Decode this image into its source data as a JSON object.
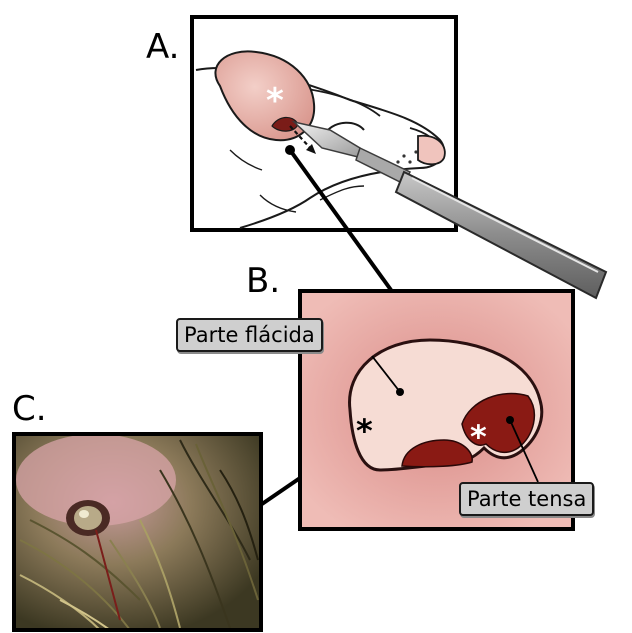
{
  "panels": {
    "a": {
      "label": "A."
    },
    "b": {
      "label": "B."
    },
    "c": {
      "label": "C."
    }
  },
  "callouts": {
    "flaccida": "Parte flácida",
    "tensa": "Parte tensa"
  },
  "markers": {
    "white_star": "*",
    "black_star": "*"
  },
  "colors": {
    "ear_pink": "#e8b4ac",
    "membrane_bg": "#e4a4a0",
    "pars_flaccida": "#f7e2dc",
    "pars_tensa": "#8a1a14"
  }
}
